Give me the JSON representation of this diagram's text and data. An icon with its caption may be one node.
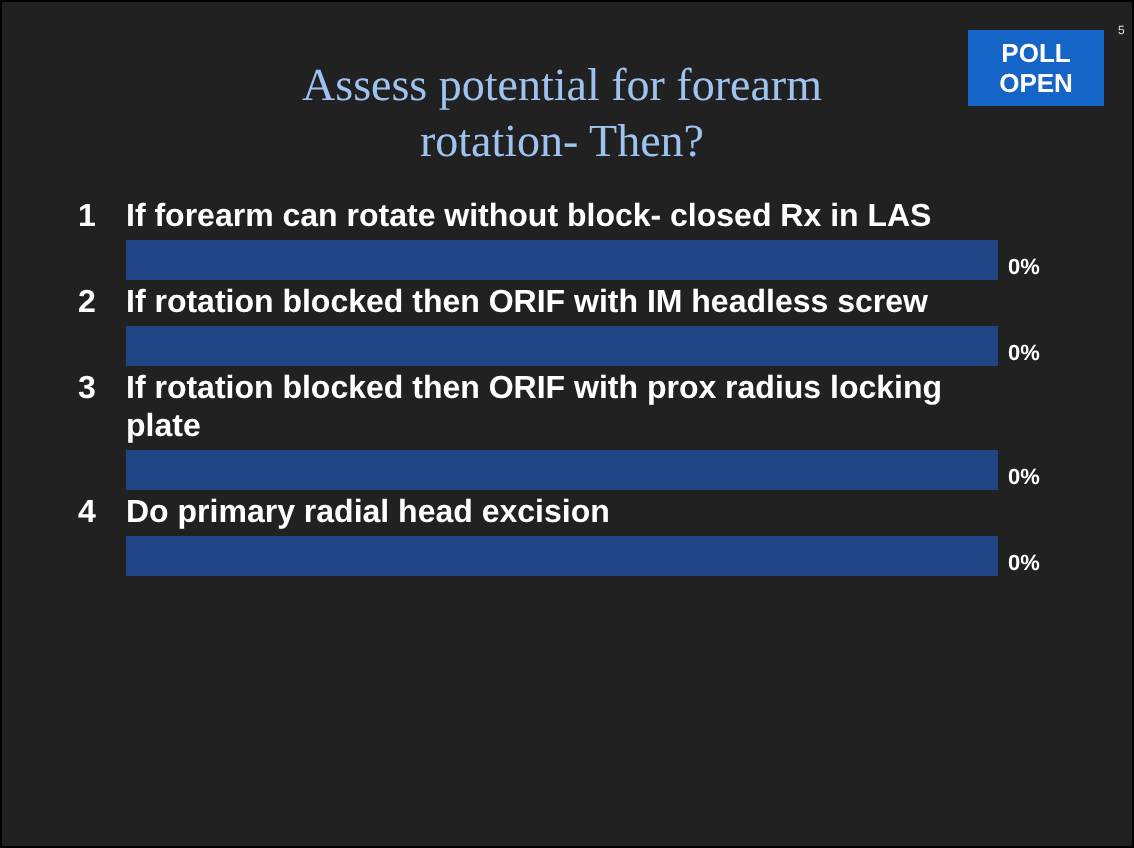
{
  "diagram": {
    "title": "Assess potential for forearm rotation- Then?",
    "nodes": [
      {
        "text": [
          "POLL OPEN"
        ]
      },
      {
        "text": [],
        "shape": "bar"
      },
      {
        "text": [],
        "shape": "bar"
      },
      {
        "text": [],
        "shape": "bar"
      },
      {
        "text": [],
        "shape": "bar"
      }
    ],
    "labels": [
      "5",
      "1",
      "If forearm can rotate without block- closed Rx in LAS",
      "0%",
      "2",
      "If rotation blocked then ORIF with IM headless screw",
      "0%",
      "3",
      "If rotation blocked then ORIF with prox radius locking plate",
      "0%",
      "4",
      "Do primary radial head excision",
      "0%"
    ]
  }
}
